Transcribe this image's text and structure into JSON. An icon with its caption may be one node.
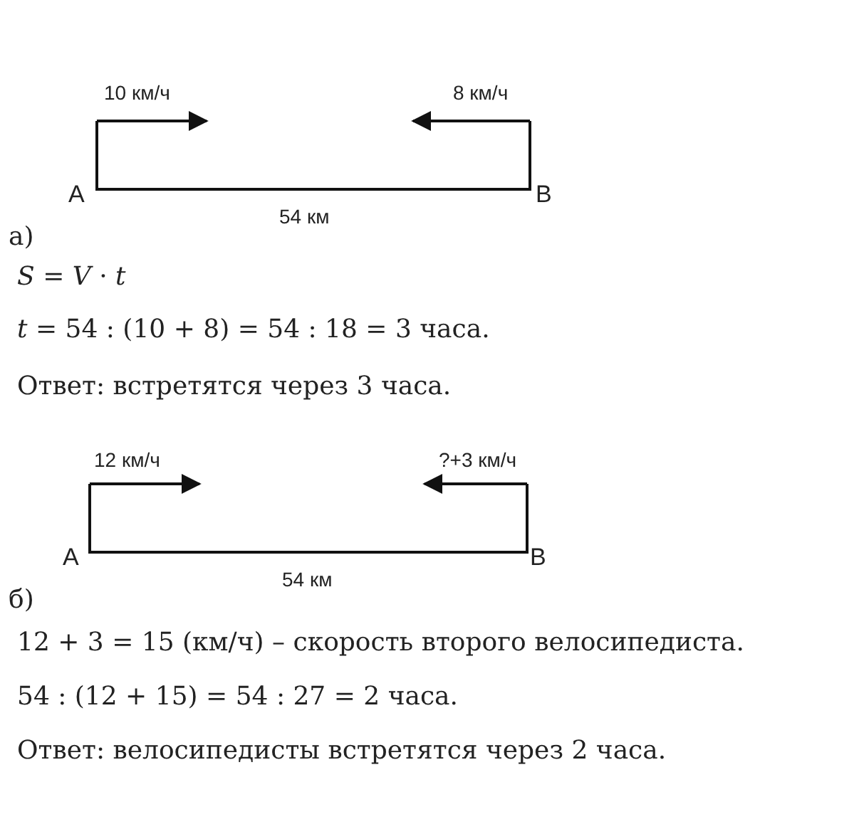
{
  "diagram": {
    "labels": [
      "10 км/ч",
      "8 км/ч",
      "A",
      "B",
      "54 км",
      "а)",
      "*S* = *V* · *t*",
      "*t* = 54 : (10 + 8) = 54 : 18 = 3 часа.",
      "Ответ: встретятся через 3 часа.",
      "12 км/ч",
      "?+3 км/ч",
      "A",
      "B",
      "54 км",
      "б)",
      "12 + 3 = 15 (км/ч) – скорость второго велосипедиста.",
      "54 : (12 + 15) = 54 : 27 = 2 часа.",
      "Ответ: велосипедисты встретятся через 2 часа."
    ]
  }
}
